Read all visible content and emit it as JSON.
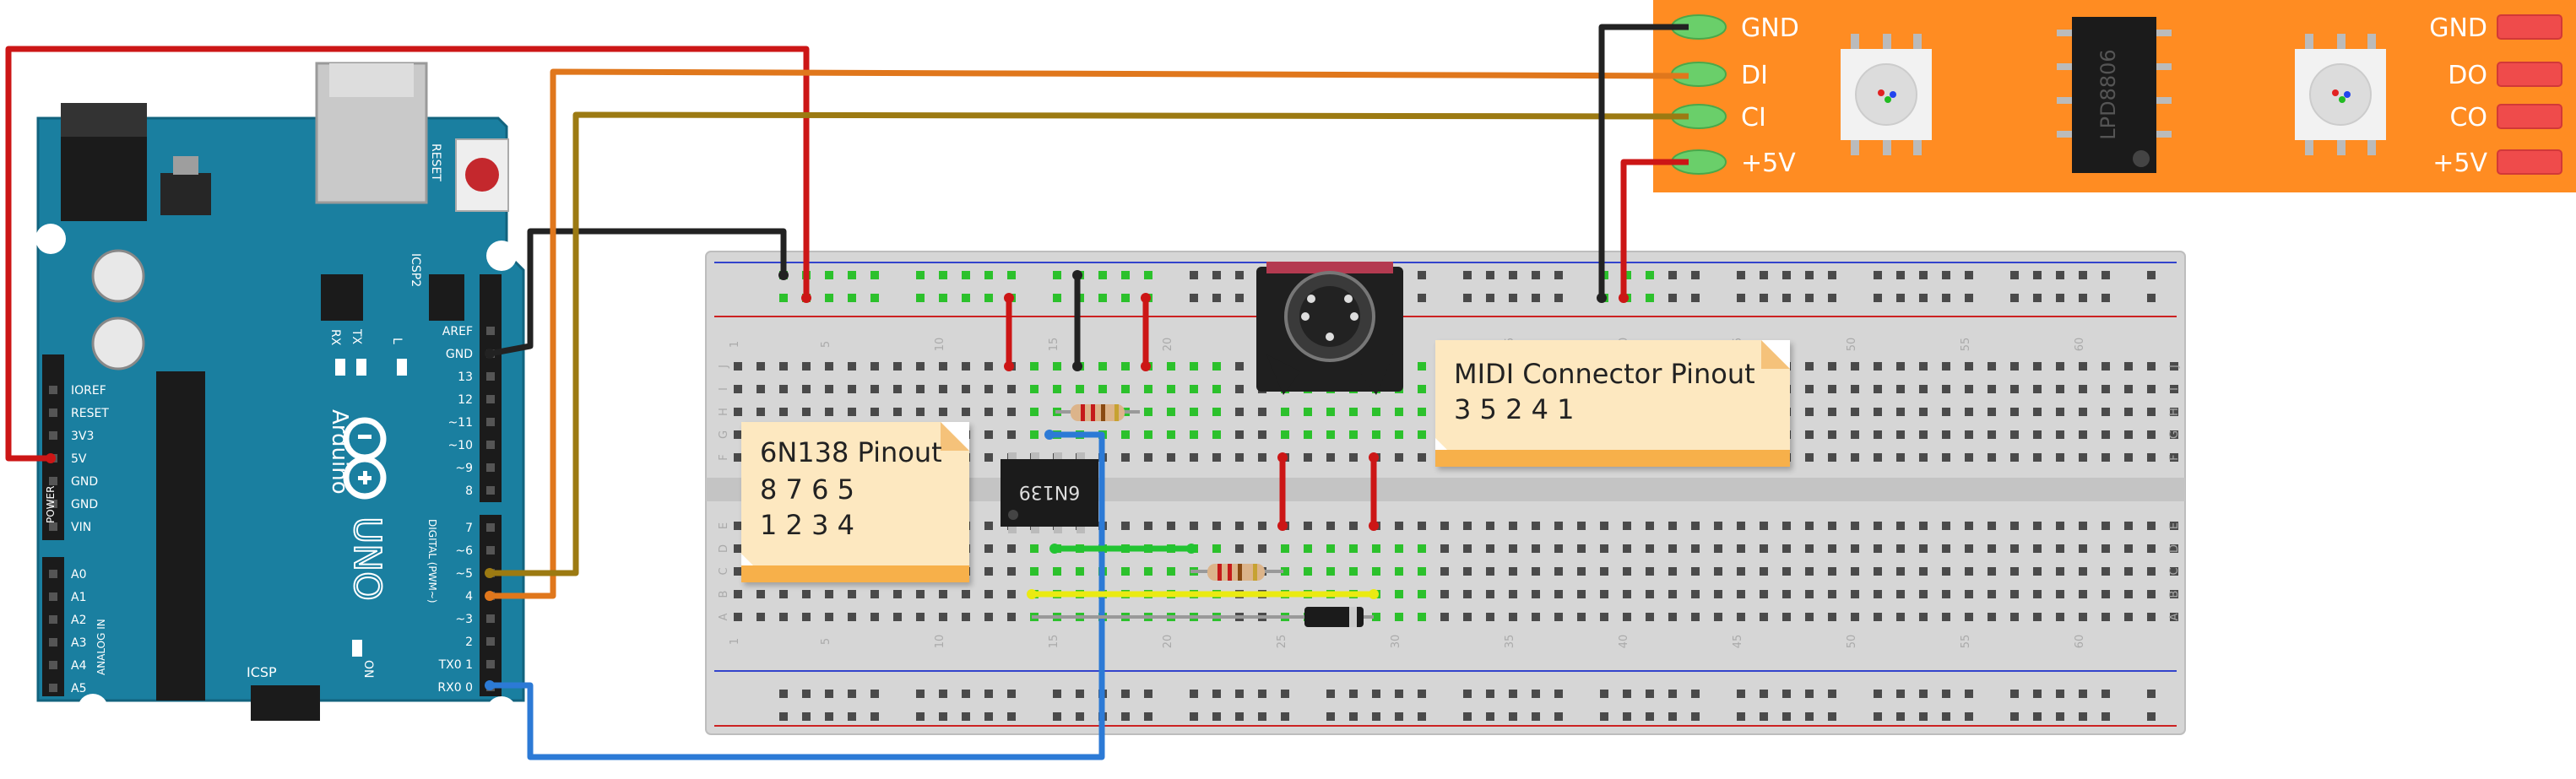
{
  "arduino": {
    "brand": "Arduino",
    "model": "UNO",
    "reset_label": "RESET",
    "icsp2_label": "ICSP2",
    "icsp_label": "ICSP",
    "on_label": "ON",
    "rx_led_label": "RX",
    "tx_led_label": "TX",
    "l_led_label": "L",
    "power_header_label": "POWER",
    "analog_header_label": "ANALOG IN",
    "digital_header_label": "DIGITAL (PWM~)",
    "power_pins": [
      "IOREF",
      "RESET",
      "3V3",
      "5V",
      "GND",
      "GND",
      "VIN"
    ],
    "analog_pins": [
      "A0",
      "A1",
      "A2",
      "A3",
      "A4",
      "A5"
    ],
    "digital_upper_pins": [
      "AREF",
      "GND",
      "13",
      "12",
      "~11",
      "~10",
      "~9",
      "8"
    ],
    "digital_lower_pins": [
      "7",
      "~6",
      "~5",
      "4",
      "~3",
      "2",
      "TX0 1",
      "RX0 0"
    ],
    "board_color": "#1a7fa0"
  },
  "led_strip": {
    "left_pins": [
      "GND",
      "DI",
      "CI",
      "+5V"
    ],
    "right_pins": [
      "GND",
      "DO",
      "CO",
      "+5V"
    ],
    "chip_label": "LPD8806",
    "strip_color": "#ff8c22"
  },
  "breadboard": {
    "row_letters_top": [
      "J",
      "I",
      "H",
      "G",
      "F"
    ],
    "row_letters_bottom": [
      "E",
      "D",
      "C",
      "B",
      "A"
    ],
    "column_numbers": [
      "1",
      "5",
      "10",
      "15",
      "20",
      "25",
      "30",
      "35",
      "40",
      "45",
      "50",
      "55",
      "60"
    ]
  },
  "ic": {
    "label": "6N139"
  },
  "notes": {
    "optocoupler": {
      "title": "6N138 Pinout",
      "line1": "8 7 6 5",
      "line2": "1 2 3 4"
    },
    "midi": {
      "title": "MIDI Connector Pinout",
      "line1": "3 5 2 4 1"
    }
  },
  "wire_colors": {
    "power_red": "#cc1616",
    "ground_black": "#222222",
    "data_orange": "#e0771c",
    "clock_olive": "#9c7a12",
    "rx_blue": "#2c7ad6",
    "green_jumper": "#22c432",
    "yellow_jumper": "#eaea12"
  }
}
